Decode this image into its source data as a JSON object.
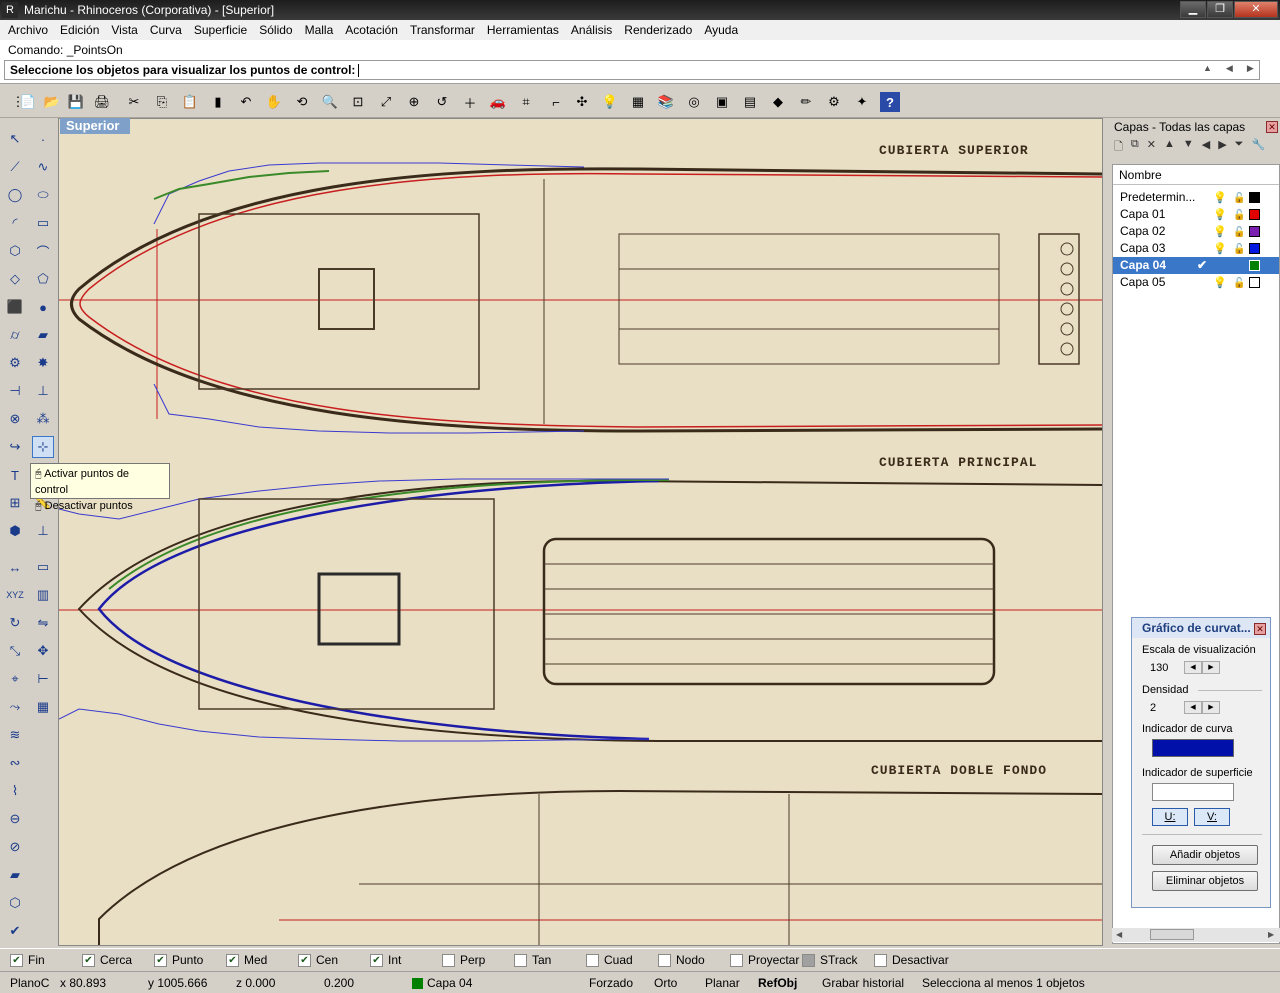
{
  "window": {
    "title": "Marichu - Rhinoceros (Corporativa) - [Superior]",
    "app_icon": "rhino-icon"
  },
  "menu": [
    "Archivo",
    "Edición",
    "Vista",
    "Curva",
    "Superficie",
    "Sólido",
    "Malla",
    "Acotación",
    "Transformar",
    "Herramientas",
    "Análisis",
    "Renderizado",
    "Ayuda"
  ],
  "command": {
    "history": "Comando: _PointsOn",
    "prompt": "Seleccione los objetos para visualizar los puntos de control:",
    "value": ""
  },
  "tooltip": {
    "items": [
      "Activar puntos de control",
      "Desactivar puntos"
    ]
  },
  "viewport": {
    "name": "Superior",
    "deck_labels": [
      "CUBIERTA SUPERIOR",
      "CUBIERTA PRINCIPAL",
      "CUBIERTA DOBLE FONDO"
    ],
    "colors": {
      "background": "#e9dfc4",
      "red_curve": "#c81e1e",
      "blue_curve": "#1c1ca8",
      "green_curve": "#3a8a2a",
      "control_polygon": "#3a3ad0"
    }
  },
  "layers": {
    "title": "Capas - Todas las capas",
    "column": "Nombre",
    "rows": [
      {
        "name": "Predetermin...",
        "color": "#000000",
        "selected": false,
        "current": false
      },
      {
        "name": "Capa 01",
        "color": "#e00000",
        "selected": false,
        "current": false
      },
      {
        "name": "Capa 02",
        "color": "#7a1fb0",
        "selected": false,
        "current": false
      },
      {
        "name": "Capa 03",
        "color": "#0018e0",
        "selected": false,
        "current": false
      },
      {
        "name": "Capa 04",
        "color": "#008000",
        "selected": true,
        "current": true
      },
      {
        "name": "Capa 05",
        "color": "#ffffff",
        "selected": false,
        "current": false
      }
    ]
  },
  "curvature_panel": {
    "title": "Gráfico de curvat...",
    "scale_label": "Escala de visualización",
    "scale_value": "130",
    "density_label": "Densidad",
    "density_value": "2",
    "curve_indicator_label": "Indicador de curva",
    "curve_indicator_color": "#0010a8",
    "surface_indicator_label": "Indicador de superficie",
    "u_label": "U:",
    "v_label": "V:",
    "add_button": "Añadir objetos",
    "remove_button": "Eliminar objetos"
  },
  "osnaps": [
    {
      "label": "Fin",
      "checked": true
    },
    {
      "label": "Cerca",
      "checked": true
    },
    {
      "label": "Punto",
      "checked": true
    },
    {
      "label": "Med",
      "checked": true
    },
    {
      "label": "Cen",
      "checked": true
    },
    {
      "label": "Int",
      "checked": true
    },
    {
      "label": "Perp",
      "checked": false
    },
    {
      "label": "Tan",
      "checked": false
    },
    {
      "label": "Cuad",
      "checked": false
    },
    {
      "label": "Nodo",
      "checked": false
    },
    {
      "label": "Proyectar",
      "checked": false
    },
    {
      "label": "STrack",
      "checked": false
    },
    {
      "label": "Desactivar",
      "checked": false
    }
  ],
  "status": {
    "plane": "PlanoC",
    "x": "x 80.893",
    "y": "y 1005.666",
    "z": "z 0.000",
    "distance": "0.200",
    "layer": "Capa 04",
    "layer_color": "#008000",
    "forzado": "Forzado",
    "orto": "Orto",
    "planar": "Planar",
    "refobj": "RefObj",
    "history": "Grabar historial",
    "message": "Selecciona al menos 1 objetos"
  }
}
